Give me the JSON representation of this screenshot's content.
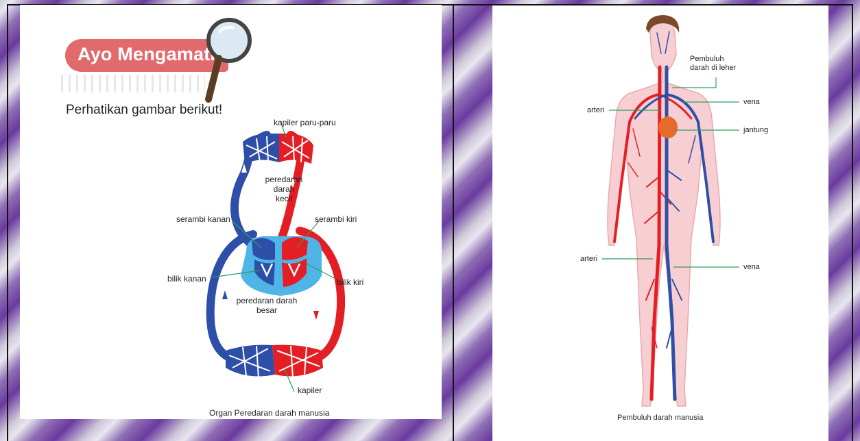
{
  "left_panel": {
    "banner_title": "Ayo Mengamati",
    "instruction": "Perhatikan gambar berikut!",
    "labels": {
      "pulmonary_capillaries": "kapiler paru-paru",
      "small_circulation": "peredaran\ndarah\nkecil",
      "right_atrium": "serambi kanan",
      "left_atrium": "serambi kiri",
      "right_ventricle": "bilik kanan",
      "left_ventricle": "bilik kiri",
      "large_circulation": "peredaran darah\nbesar",
      "capillaries": "kapiler"
    },
    "caption": "Organ Peredaran darah manusia"
  },
  "right_panel": {
    "labels": {
      "neck_vessels": "Pembuluh\ndarah di leher",
      "vein_upper": "vena",
      "artery_upper": "arteri",
      "heart": "jantung",
      "artery_lower": "arteri",
      "vein_lower": "vena"
    },
    "caption": "Pembuluh darah manusia"
  },
  "colors": {
    "oxygenated": "#e31e24",
    "deoxygenated": "#2e4fa8",
    "heart_fill": "#4fb4e6",
    "banner": "#e06a6c",
    "leader_line": "#2e9e5a",
    "skin": "#f7cfd2"
  }
}
